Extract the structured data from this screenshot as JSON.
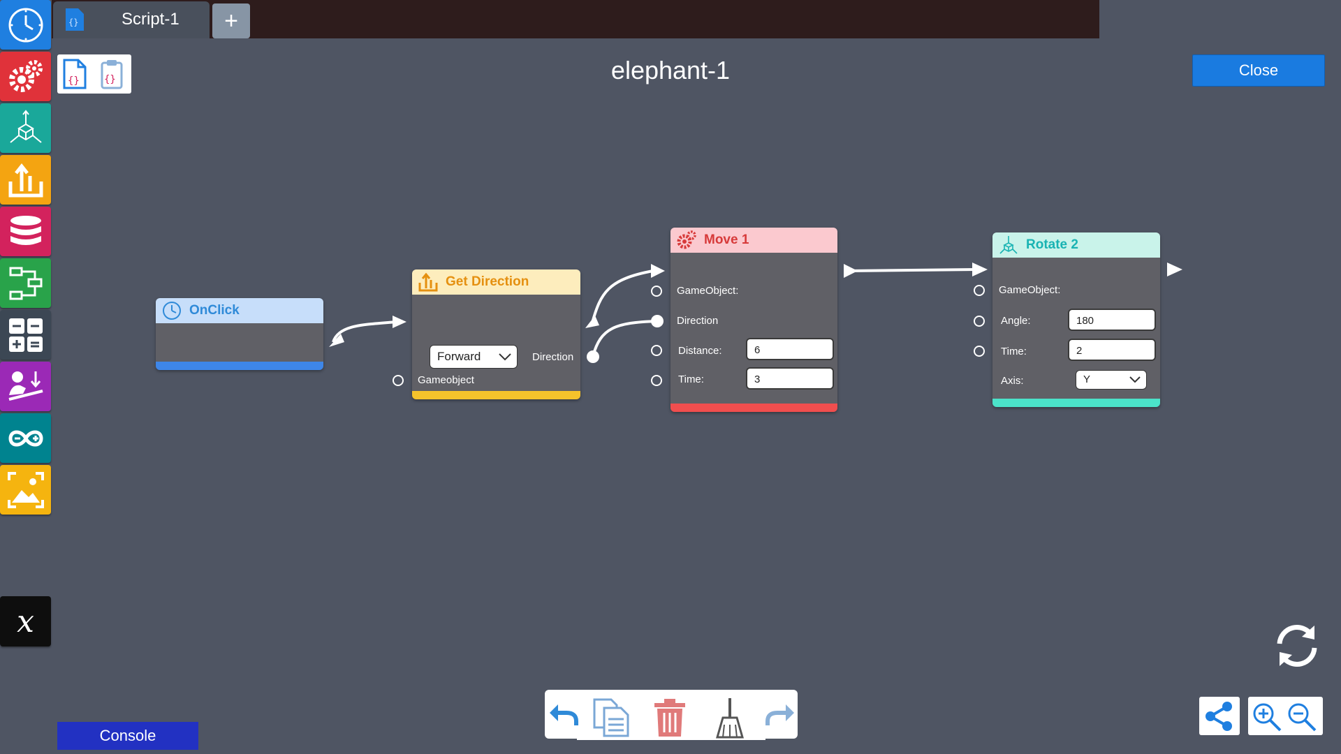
{
  "tabs": {
    "active_label": "Script-1",
    "add_label": "+"
  },
  "title": "elephant-1",
  "close_label": "Close",
  "console_label": "Console",
  "sidebar": {
    "items": [
      {
        "name": "events",
        "icon": "clock-icon",
        "color": "#1f7fe0"
      },
      {
        "name": "actions",
        "icon": "gears-icon",
        "color": "#e0323a"
      },
      {
        "name": "transform",
        "icon": "axes-icon",
        "color": "#1aa89a"
      },
      {
        "name": "sensing",
        "icon": "upload-icon",
        "color": "#f4a411"
      },
      {
        "name": "data",
        "icon": "database-icon",
        "color": "#d3225d"
      },
      {
        "name": "flow",
        "icon": "flow-icon",
        "color": "#29a34a"
      },
      {
        "name": "math",
        "icon": "calculator-icon",
        "color": "#3c4754"
      },
      {
        "name": "physics",
        "icon": "physics-icon",
        "color": "#9b29b6"
      },
      {
        "name": "arduino",
        "icon": "arduino-icon",
        "color": "#00838f"
      },
      {
        "name": "media",
        "icon": "image-icon",
        "color": "#f5b40f"
      }
    ],
    "variables_label": "x"
  },
  "nodes": {
    "onclick": {
      "title": "OnClick",
      "head_color": "#c7defa",
      "title_color": "#2f8ad8",
      "foot_color": "#3e86e8"
    },
    "get_direction": {
      "title": "Get Direction",
      "head_color": "#fdedbd",
      "title_color": "#e59010",
      "foot_color": "#f5c32b",
      "dropdown_value": "Forward",
      "direction_label": "Direction",
      "gameobject_label": "Gameobject"
    },
    "move": {
      "title": "Move 1",
      "head_color": "#fbc9cf",
      "title_color": "#d73a3a",
      "foot_color": "#f14e4e",
      "gameobject_label": "GameObject:",
      "direction_label": "Direction",
      "distance_label": "Distance:",
      "distance_value": "6",
      "time_label": "Time:",
      "time_value": "3"
    },
    "rotate": {
      "title": "Rotate 2",
      "head_color": "#c9f3ea",
      "title_color": "#19b3b3",
      "foot_color": "#4be3c9",
      "gameobject_label": "GameObject:",
      "angle_label": "Angle:",
      "angle_value": "180",
      "time_label": "Time:",
      "time_value": "2",
      "axis_label": "Axis:",
      "axis_value": "Y"
    }
  }
}
